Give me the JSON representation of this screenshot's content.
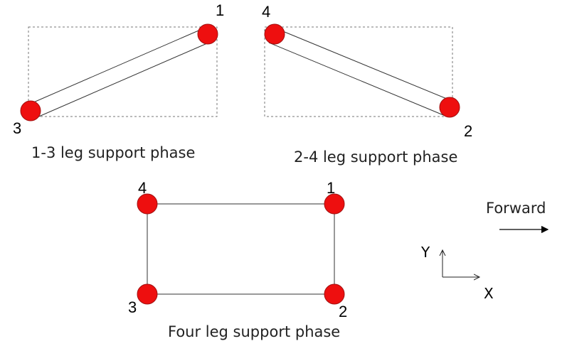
{
  "colors": {
    "foot_fill": "#ee0f0f",
    "line": "#333333",
    "dashed_box": "#777777"
  },
  "phase_1_3": {
    "caption": "1-3 leg support phase",
    "leg_front": "1",
    "leg_rear": "3"
  },
  "phase_2_4": {
    "caption": "2-4 leg support phase",
    "leg_front": "4",
    "leg_rear": "2"
  },
  "phase_four": {
    "caption": "Four leg support phase",
    "leg_top_left": "4",
    "leg_top_right": "1",
    "leg_bottom_left": "3",
    "leg_bottom_right": "2"
  },
  "direction": {
    "label": "Forward",
    "icon": "right-arrow-icon"
  },
  "axes": {
    "y_label": "Y",
    "x_label": "X",
    "icon": "xy-axes-icon"
  }
}
